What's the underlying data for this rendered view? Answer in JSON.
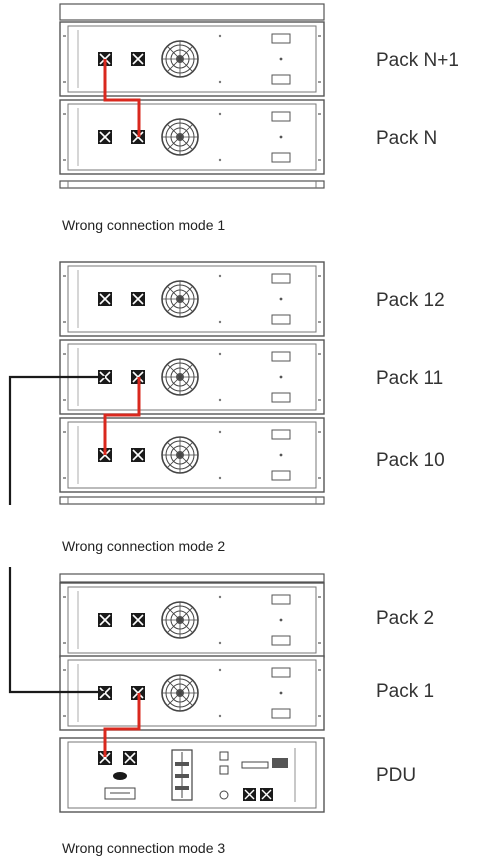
{
  "sections": [
    {
      "caption": "Wrong connection mode 1",
      "units": [
        {
          "label": "Pack N+1"
        },
        {
          "label": "Pack N"
        }
      ]
    },
    {
      "caption": "Wrong connection mode 2",
      "units": [
        {
          "label": "Pack 12"
        },
        {
          "label": "Pack 11"
        },
        {
          "label": "Pack 10"
        }
      ]
    },
    {
      "caption": "Wrong connection mode 3",
      "units": [
        {
          "label": "Pack 2"
        },
        {
          "label": "Pack 1"
        },
        {
          "label": "PDU"
        }
      ]
    }
  ],
  "colors": {
    "red_cable": "#d9281e",
    "black_cable": "#1a1a1a",
    "outline": "#555555"
  }
}
